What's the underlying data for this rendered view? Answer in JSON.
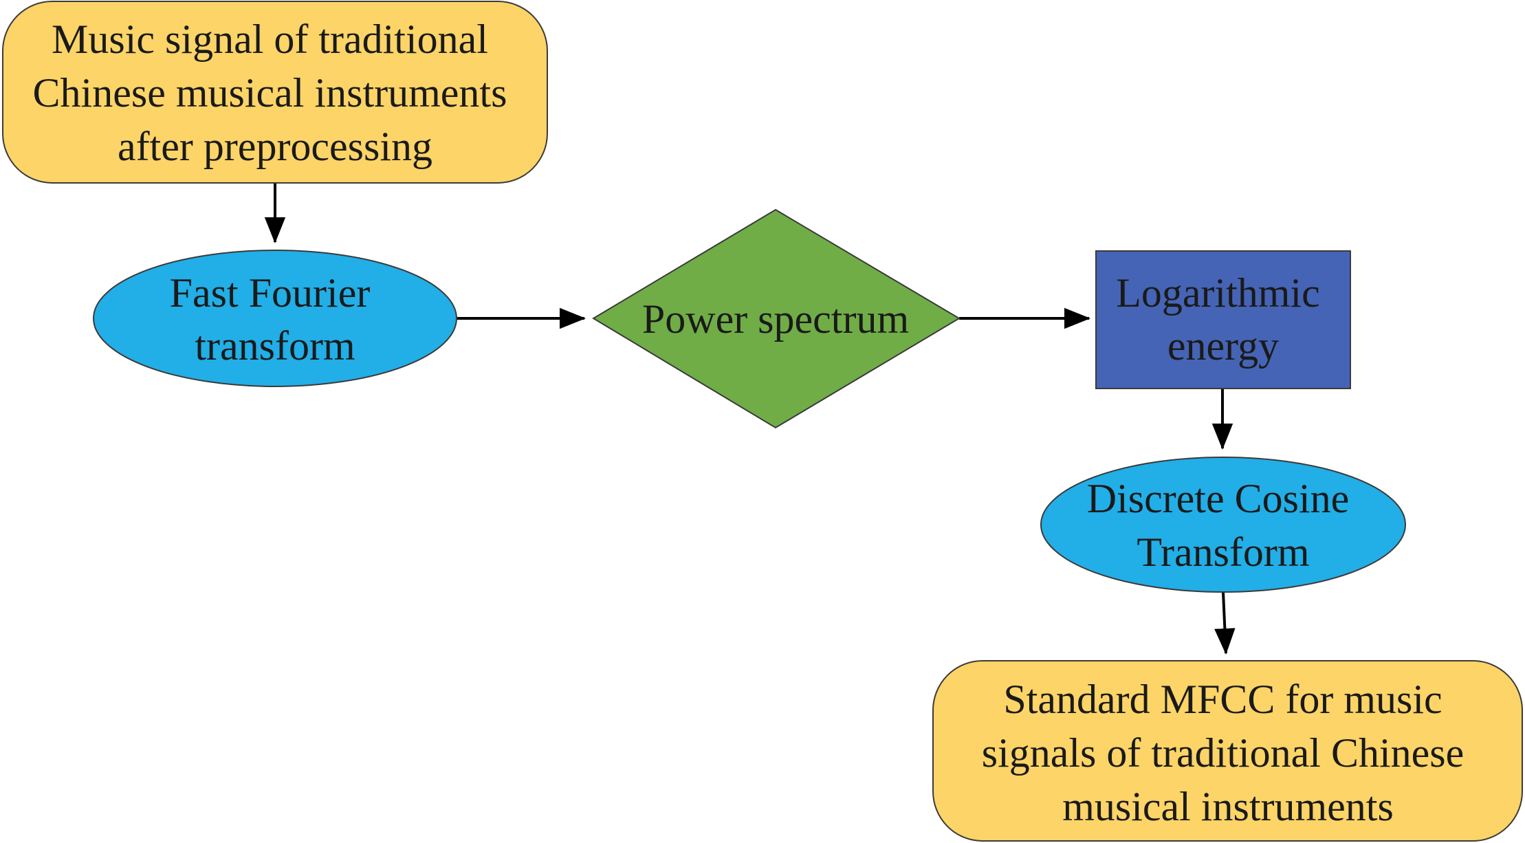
{
  "colors": {
    "terminal_fill": "#fcd467",
    "ellipse_fill": "#22aee6",
    "diamond_fill": "#70ad47",
    "rect_fill": "#4564b5",
    "edge": "#000000"
  },
  "nodes": {
    "input": {
      "shape": "rounded-rect",
      "lines": [
        "Music signal of traditional",
        "Chinese musical instruments",
        "after preprocessing"
      ]
    },
    "fft": {
      "shape": "ellipse",
      "lines": [
        "Fast Fourier",
        "transform"
      ]
    },
    "power": {
      "shape": "diamond",
      "lines": [
        "Power spectrum"
      ]
    },
    "log": {
      "shape": "rect",
      "lines": [
        "Logarithmic",
        "energy"
      ]
    },
    "dct": {
      "shape": "ellipse",
      "lines": [
        "Discrete Cosine",
        "Transform"
      ]
    },
    "output": {
      "shape": "rounded-rect",
      "lines": [
        "Standard MFCC for music",
        "signals of traditional Chinese",
        "musical instruments"
      ]
    }
  },
  "edges": [
    {
      "from": "input",
      "to": "fft"
    },
    {
      "from": "fft",
      "to": "power"
    },
    {
      "from": "power",
      "to": "log"
    },
    {
      "from": "log",
      "to": "dct"
    },
    {
      "from": "dct",
      "to": "output"
    }
  ]
}
